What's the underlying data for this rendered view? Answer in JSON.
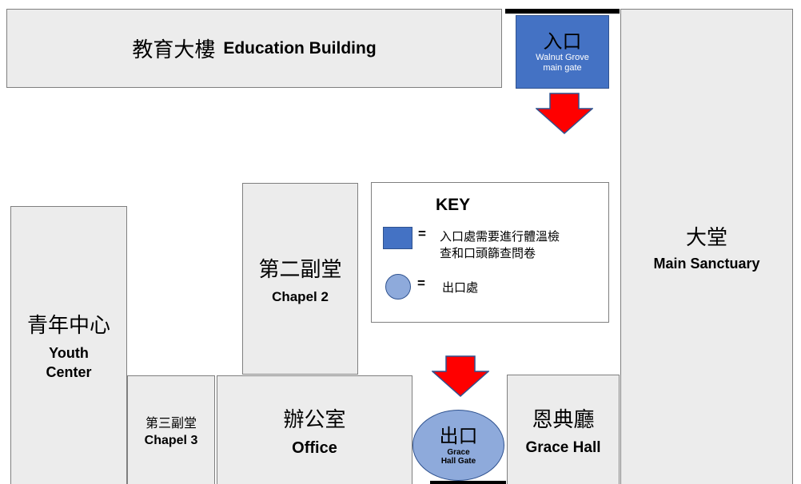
{
  "buildings": {
    "education": {
      "zh": "教育大樓",
      "en": "Education Building"
    },
    "main_sanctuary": {
      "zh": "大堂",
      "en": "Main Sanctuary"
    },
    "chapel2": {
      "zh": "第二副堂",
      "en": "Chapel 2"
    },
    "youth_center": {
      "zh": "青年中心",
      "en_line1": "Youth",
      "en_line2": "Center"
    },
    "chapel3": {
      "zh": "第三副堂",
      "en": "Chapel 3"
    },
    "office": {
      "zh": "辦公室",
      "en": "Office"
    },
    "grace_hall": {
      "zh": "恩典廳",
      "en": "Grace Hall"
    }
  },
  "entrance": {
    "zh": "入口",
    "en_line1": "Walnut Grove",
    "en_line2": "main gate"
  },
  "exit": {
    "zh": "出口",
    "en_line1": "Grace",
    "en_line2": "Hall Gate"
  },
  "key": {
    "title": "KEY",
    "equals": "=",
    "entrance_desc_line1": "入口處需要進行體溫檢",
    "entrance_desc_line2": "查和口頭篩查問卷",
    "exit_desc": "出口處"
  },
  "colors": {
    "entrance_fill": "#4472c4",
    "exit_fill": "#8eaadb",
    "arrow_fill": "#ff0000",
    "arrow_stroke": "#2f528f",
    "building_fill": "#ececec"
  },
  "icons": [
    "down-arrow-icon",
    "square-swatch-icon",
    "circle-swatch-icon"
  ]
}
